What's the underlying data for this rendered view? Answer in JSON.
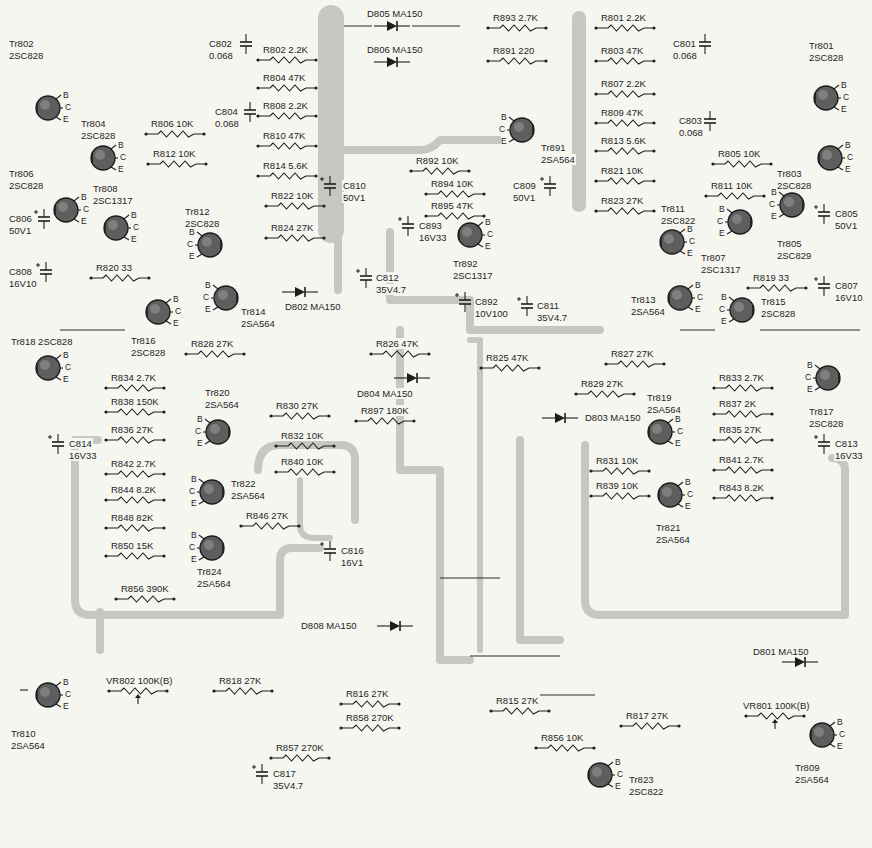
{
  "diagram": {
    "labels": [
      "Tr802",
      "2SC828",
      "B",
      "C",
      "E",
      "Tr804",
      "2SC828",
      "B",
      "C",
      "E",
      "Tr806",
      "2SC828",
      "B",
      "C",
      "E",
      "Tr808",
      "2SC1317",
      "B",
      "C",
      "E",
      "Tr812",
      "2SC828",
      "B",
      "C",
      "E",
      "Tr814",
      "2SA564",
      "B",
      "C",
      "E",
      "Tr816",
      "2SC828",
      "B",
      "C",
      "E",
      "Tr818 2SC828",
      "B",
      "C",
      "E",
      "Tr820",
      "2SA564",
      "B",
      "C",
      "E",
      "Tr822",
      "2SA564",
      "B",
      "C",
      "E",
      "Tr824",
      "2SA564",
      "B",
      "C",
      "E",
      "Tr810",
      "2SA564",
      "B",
      "C",
      "E",
      "Tr891",
      "2SA564",
      "B",
      "C",
      "E",
      "Tr892",
      "2SC1317",
      "B",
      "C",
      "E",
      "Tr801",
      "2SC828",
      "B",
      "C",
      "E",
      "Tr803",
      "2SC828",
      "B",
      "C",
      "E",
      "Tr805",
      "2SC829",
      "B",
      "C",
      "E",
      "Tr807",
      "2SC1317",
      "B",
      "C",
      "E",
      "Tr811",
      "2SC822",
      "B",
      "C",
      "E",
      "Tr813",
      "2SA564",
      "B",
      "C",
      "E",
      "Tr815",
      "2SC828",
      "B",
      "C",
      "E",
      "Tr817",
      "2SC828",
      "B",
      "C",
      "E",
      "Tr819",
      "2SA564",
      "B",
      "C",
      "E",
      "Tr821",
      "2SA564",
      "B",
      "C",
      "E",
      "Tr809",
      "2SA564",
      "B",
      "C",
      "E",
      "Tr823",
      "2SC822",
      "B",
      "C",
      "E",
      "R802 2.2K",
      "R804 47K",
      "R808 2.2K",
      "R810 47K",
      "R814 5.6K",
      "R822 10K",
      "R824 27K",
      "R806 10K",
      "R812 10K",
      "R820 33",
      "R828 27K",
      "R834 2.7K",
      "R838 150K",
      "R836 27K",
      "R842 2.7K",
      "R844 8.2K",
      "R848 82K",
      "R850 15K",
      "R856 390K",
      "R830 27K",
      "R832 10K",
      "R840 10K",
      "R846 27K",
      "R826 47K",
      "R897 180K",
      "R825 47K",
      "R893 2.7K",
      "R891 220",
      "R892 10K",
      "R894 10K",
      "R895 47K",
      "R801 2.2K",
      "R803 47K",
      "R807 2.2K",
      "R809 47K",
      "R813 5.6K",
      "R821 10K",
      "R823 27K",
      "R805 10K",
      "R811 10K",
      "R819 33",
      "R827 27K",
      "R829 27K",
      "R833 2.7K",
      "R837 2K",
      "R835 27K",
      "R841 2.7K",
      "R843 8.2K",
      "R831 10K",
      "R839 10K",
      "R818 27K",
      "R816 27K",
      "R858 270K",
      "R857 270K",
      "R815 27K",
      "R817 27K",
      "R856 10K",
      "VR802 100K(B)",
      "VR801 100K(B)",
      "C802",
      "0.068",
      "C804",
      "0.068",
      "C806",
      "50V1",
      "C808",
      "16V10",
      "C810",
      "50V1",
      "C893",
      "16V33",
      "C812",
      "35V4.7",
      "C892",
      "10V100",
      "C811",
      "35V4.7",
      "C809",
      "50V1",
      "C805",
      "50V1",
      "C807",
      "16V10",
      "C801",
      "0.068",
      "C803",
      "0.068",
      "C814",
      "16V33",
      "C813",
      "16V33",
      "C816",
      "16V1",
      "C817",
      "35V4.7",
      "D805 MA150",
      "D806 MA150",
      "D802 MA150",
      "D804 MA150",
      "D803 MA150",
      "D808 MA150",
      "D801 MA150"
    ]
  }
}
